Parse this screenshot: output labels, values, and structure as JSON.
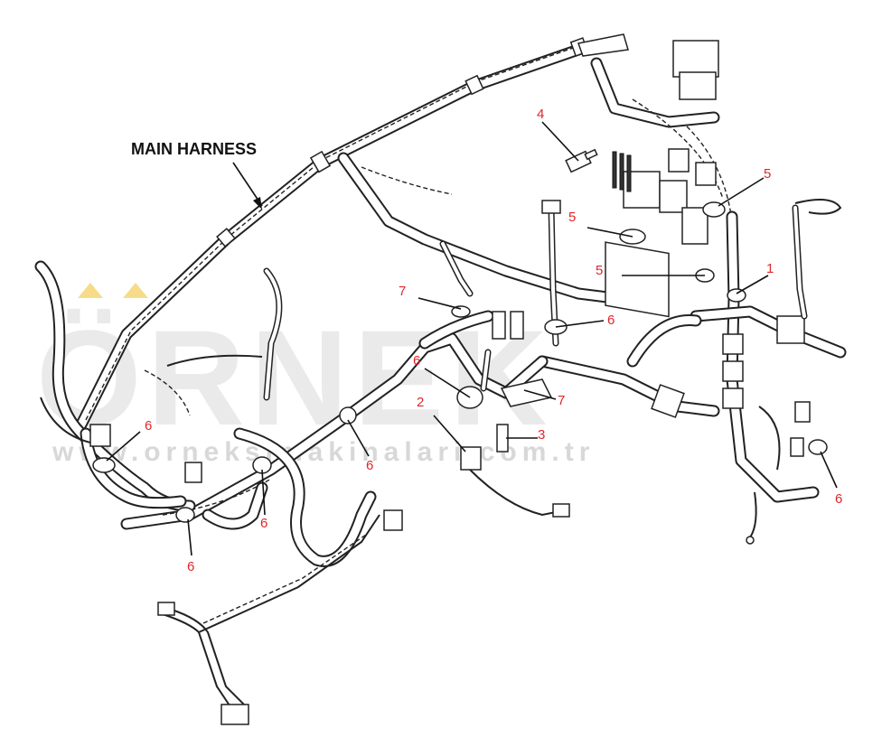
{
  "diagram": {
    "main_label": "MAIN HARNESS",
    "watermark": {
      "brand": "ÖRNEK",
      "url": "www.orneksimakinalari.com.tr"
    },
    "callouts": [
      {
        "id": "c1",
        "text": "1"
      },
      {
        "id": "c2",
        "text": "2"
      },
      {
        "id": "c3",
        "text": "3"
      },
      {
        "id": "c4",
        "text": "4"
      },
      {
        "id": "c5a",
        "text": "5"
      },
      {
        "id": "c5b",
        "text": "5"
      },
      {
        "id": "c5c",
        "text": "5"
      },
      {
        "id": "c6a",
        "text": "6"
      },
      {
        "id": "c6b",
        "text": "6"
      },
      {
        "id": "c6c",
        "text": "6"
      },
      {
        "id": "c6d",
        "text": "6"
      },
      {
        "id": "c6e",
        "text": "6"
      },
      {
        "id": "c6f",
        "text": "6"
      },
      {
        "id": "c6g",
        "text": "6"
      },
      {
        "id": "c7a",
        "text": "7"
      },
      {
        "id": "c7b",
        "text": "7"
      }
    ],
    "colors": {
      "callout": "#e0262b",
      "line": "#222222",
      "watermark": "#d9d9d9",
      "accent": "#f0c43a"
    }
  }
}
